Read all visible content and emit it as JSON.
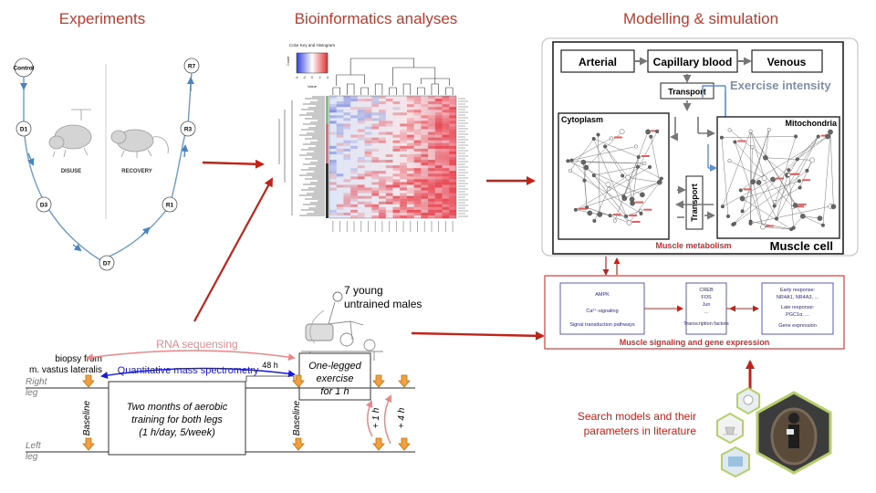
{
  "headers": {
    "experiments": "Experiments",
    "bioinformatics": "Bioinformatics analyses",
    "modelling": "Modelling & simulation"
  },
  "timecourse": {
    "control": "Control",
    "points": [
      "D1",
      "D3",
      "D7",
      "R1",
      "R3",
      "R7"
    ],
    "disuse": "DISUSE",
    "recovery": "RECOVERY"
  },
  "heatmap": {
    "color_key_title": "Color Key\nand Histogram",
    "value_label": "Value",
    "ticks": [
      "-4",
      "-2",
      "0",
      "2",
      "4"
    ],
    "count_label": "Count"
  },
  "model": {
    "arterial": "Arterial",
    "capillary": "Capillary blood",
    "venous": "Venous",
    "transport_top": "Transport",
    "exercise_intensity": "Exercise intensity",
    "cytoplasm": "Cytoplasm",
    "mitochondria": "Mitochondria",
    "transport_side": "Transport",
    "muscle_metabolism": "Muscle metabolism",
    "muscle_cell": "Muscle cell"
  },
  "signaling": {
    "ampk": "AMPK",
    "ca_signaling": "Ca²⁺-signaling",
    "signal_transduction": "Signal transduction pathways",
    "creb": "CREB",
    "fos": "FOS",
    "jun": "Jun",
    "dots": "...",
    "transcription_factors": "Transcription factors",
    "early_response": "Early response:",
    "early_genes": "NR4A1, NR4A3, ...",
    "late_response": "Late response:",
    "late_genes": "PGC1α, ...",
    "gene_expression": "Gene expression",
    "title": "Muscle signaling and gene expression"
  },
  "protocol": {
    "subjects_line1": "7 young",
    "subjects_line2": "untrained males",
    "biopsy_line1": "biopsy from",
    "biopsy_line2": "m. vastus lateralis",
    "rna_seq": "RNA sequensing",
    "mass_spec": "Quantitative mass spectrometry",
    "h48": "48 h",
    "right_leg_1": "Right",
    "right_leg_2": "leg",
    "left_leg_1": "Left",
    "left_leg_2": "leg",
    "baseline": "Baseline",
    "training_1": "Two months of aerobic",
    "training_2": "training for both legs",
    "training_3": "(1 h/day, 5/week)",
    "exercise_1": "One-legged",
    "exercise_2": "exercise",
    "exercise_3": "for 1 h",
    "plus1h": "+ 1 h",
    "plus4h": "+ 4 h"
  },
  "literature": {
    "line1": "Search models and their",
    "line2": "parameters in literature"
  },
  "colors": {
    "accent_red": "#c0392b",
    "arrow_red": "#c0231a",
    "rna_pink": "#e8888a",
    "mass_blue": "#1a1ad0",
    "biopsy_orange": "#e0902a",
    "curve_blue": "#6a9cc8"
  }
}
